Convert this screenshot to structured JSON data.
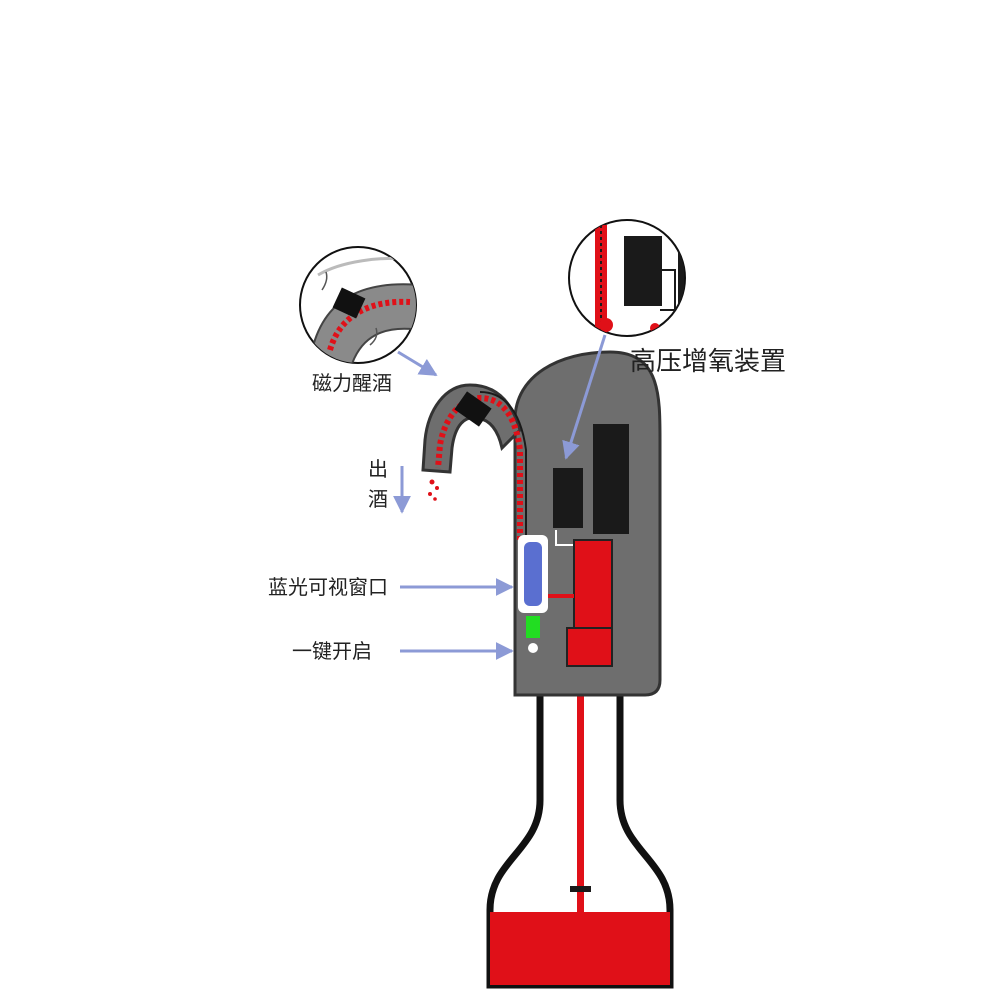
{
  "labels": {
    "magnetic_aeration": "磁力醒酒",
    "high_pressure_oxygen": "高压增氧装置",
    "wine_out_1": "出",
    "wine_out_2": "酒",
    "blue_light_window": "蓝光可视窗口",
    "one_key_start": "一键开启"
  },
  "colors": {
    "body_gray": "#6e6e6e",
    "wine_red": "#e01018",
    "arrow_blue": "#8c9ad6",
    "window_blue": "#5a6fd0",
    "indicator_green": "#22dd22",
    "component_black": "#1a1a1a",
    "outline": "#111111"
  }
}
